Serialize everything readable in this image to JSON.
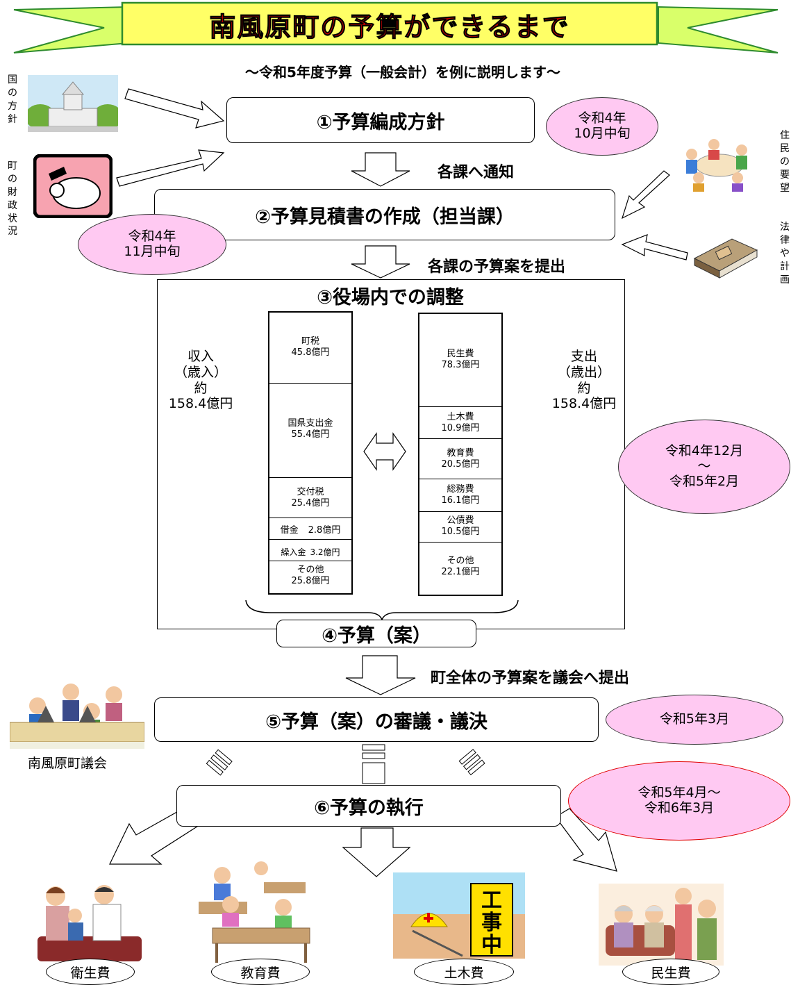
{
  "title": "南風原町の予算ができるまで",
  "subtitle": "～令和5年度予算（一般会計）を例に説明します～",
  "inputs": {
    "national_policy": [
      "国",
      "の",
      "方",
      "針"
    ],
    "town_finance": [
      "町",
      "の",
      "財",
      "政",
      "状",
      "況"
    ],
    "residents_requests": [
      "住",
      "民",
      "の",
      "要",
      "望"
    ],
    "laws_plans": [
      "法",
      "律",
      "や",
      "計",
      "画"
    ]
  },
  "steps": {
    "s1": "①予算編成方針",
    "s2": "②予算見積書の作成（担当課）",
    "s3": "③役場内での調整",
    "s4": "④予算（案）",
    "s5": "⑤予算（案）の審議・議決",
    "s6": "⑥予算の執行"
  },
  "transitions": {
    "t1": "各課へ通知",
    "t2": "各課の予算案を提出",
    "t3": "町全体の予算案を議会へ提出"
  },
  "dates": {
    "d1": "令和4年\n10月中旬",
    "d2": "令和4年\n11月中旬",
    "d3": "令和4年12月\n～\n令和5年2月",
    "d5": "令和5年3月",
    "d6": "令和5年4月～\n令和6年3月"
  },
  "revenue": {
    "label": "収入\n（歳入）\n約\n158.4億円",
    "items": [
      {
        "name": "町税",
        "amount": "45.8億円"
      },
      {
        "name": "国県支出金",
        "amount": "55.4億円"
      },
      {
        "name": "交付税",
        "amount": "25.4億円"
      },
      {
        "name": "借金",
        "amount": "2.8億円"
      },
      {
        "name": "繰入金",
        "amount": "3.2億円"
      },
      {
        "name": "その他",
        "amount": "25.8億円"
      }
    ]
  },
  "expenditure": {
    "label": "支出\n（歳出）\n約\n158.4億円",
    "items": [
      {
        "name": "民生費",
        "amount": "78.3億円"
      },
      {
        "name": "土木費",
        "amount": "10.9億円"
      },
      {
        "name": "教育費",
        "amount": "20.5億円"
      },
      {
        "name": "総務費",
        "amount": "16.1億円"
      },
      {
        "name": "公債費",
        "amount": "10.5億円"
      },
      {
        "name": "その他",
        "amount": "22.1億円"
      }
    ]
  },
  "council_label": "南風原町議会",
  "execution": [
    "衛生費",
    "教育費",
    "土木費",
    "民生費"
  ],
  "colors": {
    "banner": "#ffff66",
    "banner_side": "#d9ff6a",
    "banner_border": "#2e8b2e",
    "title_red": "#d40000",
    "date_pink": "#ffc9f2"
  }
}
